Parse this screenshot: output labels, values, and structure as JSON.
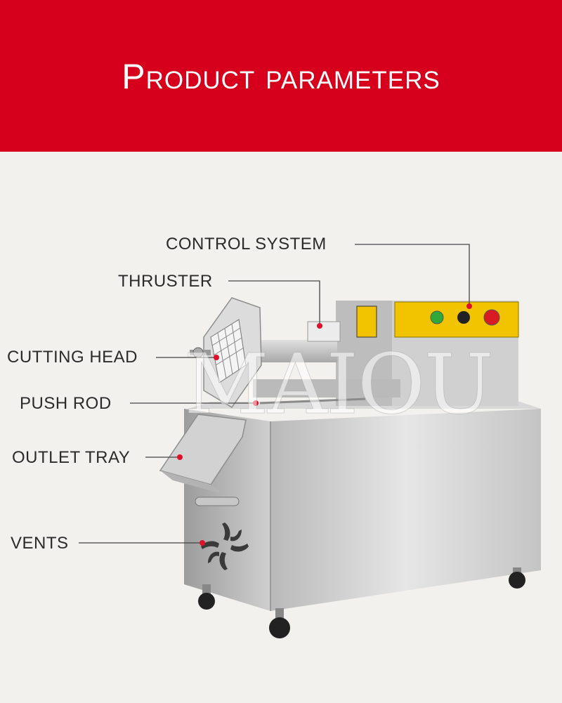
{
  "banner": {
    "title": "Product parameters",
    "color": "#d6001c"
  },
  "watermark": "MAIOU",
  "labels": {
    "control_system": "CONTROL SYSTEM",
    "thruster": "THRUSTER",
    "cutting_head": "CUTTING HEAD",
    "push_rod": "PUSH ROD",
    "outlet_tray": "OUTLET TRAY",
    "vents": "VENTS"
  },
  "colors": {
    "marker": "#e0102a",
    "steel": "#c9c9c9",
    "panel": "#f2c400"
  }
}
